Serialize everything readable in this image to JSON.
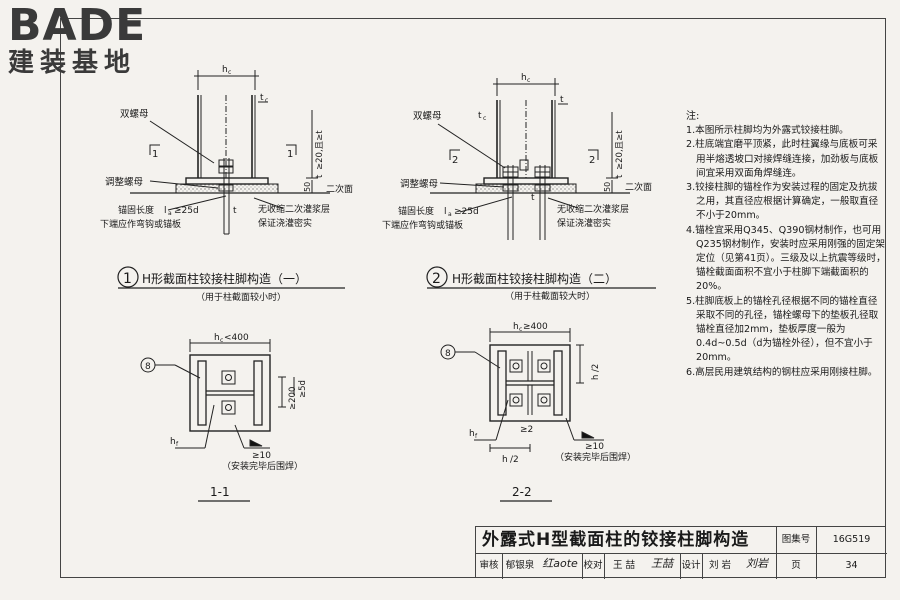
{
  "logo": {
    "brand": "BADE",
    "subtitle": "建装基地"
  },
  "view1": {
    "number": "1",
    "title": "H形截面柱铰接柱脚构造（一）",
    "subtitle": "（用于柱截面较小时）",
    "labels": {
      "hc": "h",
      "tc": "t",
      "double_nut": "双螺母",
      "section_mark": "1",
      "adjust_nut": "调整螺母",
      "grout_dim": "t",
      "grout_req": "≥20,且≥t",
      "dim_50": "50",
      "grout": "二次面",
      "t": "t",
      "anchor_len": "锚固长度",
      "anchor_la": "l",
      "anchor_25d": "≥25d",
      "anchor_end": "下端应作弯钩或锚板",
      "no_shrink_1": "无收缩二次灌浆层",
      "no_shrink_2": "保证浇灌密实"
    }
  },
  "view2": {
    "number": "2",
    "title": "H形截面柱铰接柱脚构造（二）",
    "subtitle": "（用于柱截面较大时）",
    "labels": {
      "hc": "h",
      "tc": "t",
      "double_nut": "双螺母",
      "section_mark": "2",
      "adjust_nut": "调整螺母",
      "grout_dim": "t",
      "grout_req": "≥20,且≥t",
      "dim_50": "50",
      "grout": "二次面",
      "t": "t",
      "anchor_len": "锚固长度",
      "anchor_la": "l",
      "anchor_25d": "≥25d",
      "anchor_end": "下端应作弯钩或锚板",
      "no_shrink_1": "无收缩二次灌浆层",
      "no_shrink_2": "保证浇灌密实"
    }
  },
  "section1": {
    "name": "1-1",
    "circle": "8",
    "hc_lt": "h",
    "hc_lt_val": "<400",
    "dim_200": "≥200",
    "dim_5d": "≥5d",
    "hf": "h",
    "weld_10": "≥10",
    "weld_note": "（安装完毕后围焊）"
  },
  "section2": {
    "name": "2-2",
    "circle": "8",
    "hc_ge": "h",
    "hc_ge_val": "≥400",
    "hc_half": "h",
    "hc_half_val": "/2",
    "hc_half2": "h",
    "hc_half2_val": "/2",
    "dim_2": "≥2",
    "hf": "h",
    "weld_10": "≥10",
    "weld_note": "（安装完毕后围焊）"
  },
  "notes": {
    "heading": "注:",
    "items": [
      "1.本图所示柱脚均为外露式铰接柱脚。",
      "2.柱底端宜磨平顶紧，此时柱翼缘与底板可采用半熔透坡口对接焊缝连接，加劲板与底板间宜采用双面角焊缝连。",
      "3.铰接柱脚的锚栓作为安装过程的固定及抗拔之用，其直径应根据计算确定，一般取直径不小于20mm。",
      "4.锚栓宜采用Q345、Q390钢材制作，也可用Q235钢材制作，安装时应采用刚强的固定架定位（见第41页）。三级及以上抗震等级时，锚栓截面面积不宜小于柱脚下端截面积的20%。",
      "5.柱脚底板上的锚栓孔径根据不同的锚栓直径采取不同的孔径，锚栓螺母下的垫板孔径取锚栓直径加2mm，垫板厚度一般为0.4d~0.5d（d为锚栓外径），但不宜小于20mm。",
      "6.高层民用建筑结构的钢柱应采用刚接柱脚。"
    ]
  },
  "titleblock": {
    "title": "外露式H型截面柱的铰接柱脚构造",
    "atlas_label": "图集号",
    "atlas_no": "16G519",
    "review_label": "审核",
    "reviewer": "郁银泉",
    "reviewer_sig": "红aote",
    "check_label": "校对",
    "checker": "王 喆",
    "checker_sig": "王喆",
    "design_label": "设计",
    "designer": "刘 岩",
    "designer_sig": "刘岩",
    "page_label": "页",
    "page_no": "34"
  }
}
